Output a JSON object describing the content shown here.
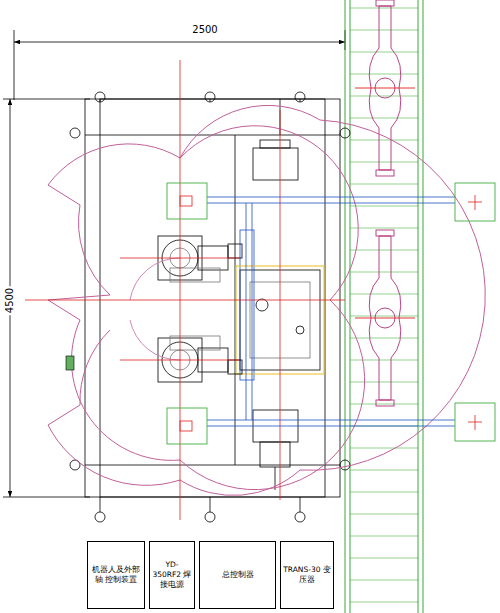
{
  "diagram": {
    "nodes": [
      {
        "text": [
          "机器人及外部轴 控制装置"
        ]
      },
      {
        "text": [
          "YD-350RF2 焊接电源"
        ]
      },
      {
        "text": [
          "总控制器"
        ]
      },
      {
        "text": [
          "TRANS-30 变压器"
        ]
      }
    ],
    "labels": [
      "2500",
      "4500"
    ]
  }
}
